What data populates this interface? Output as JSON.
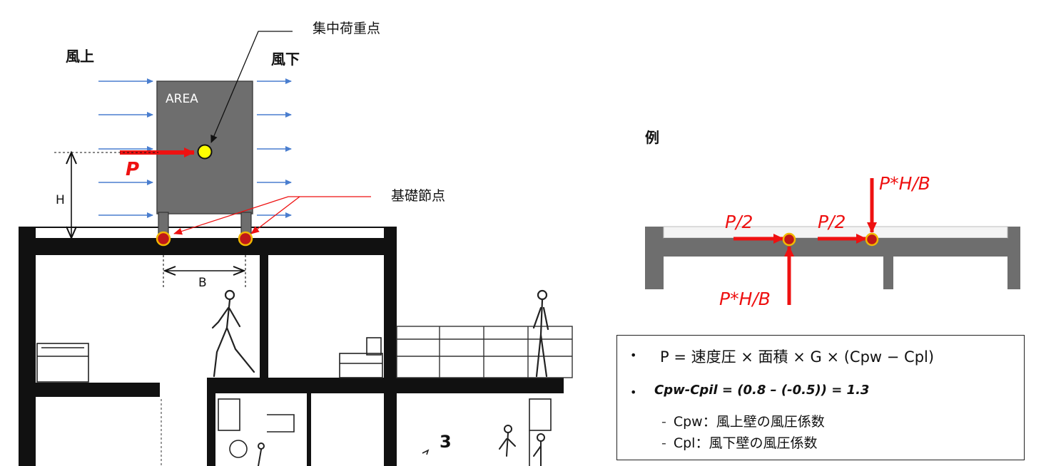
{
  "diagram": {
    "windward_label": "風上",
    "leeward_label": "風下",
    "area_label": "AREA",
    "load_point_label": "集中荷重点",
    "force_label": "P",
    "height_label": "H",
    "width_label": "B",
    "foundation_label": "基礎節点",
    "floor_number": "3"
  },
  "example": {
    "title": "例",
    "load_half_left": "P/2",
    "load_half_right": "P/2",
    "load_moment_down": "P*H/B",
    "load_moment_up": "P*H/B"
  },
  "formula": {
    "bullet": "•",
    "line1": "P = 速度圧 × 面積 × G × (Cpw − Cpl)",
    "line2": "Cpw-Cpil = (0.8 – (-0.5)) = 1.3",
    "line3": "Cpw：風上壁の風圧係数",
    "line4": "Cpl：風下壁の風圧係数",
    "dash": "-"
  },
  "colors": {
    "wind_arrow": "#4a7ecf",
    "force": "#ee1111",
    "box": "#6e6e6e",
    "node_fill": "#c01818",
    "node_ring": "#f2b800",
    "load_point": "#ffff00",
    "structure": "#111111",
    "example_slab": "#6e6e6e"
  }
}
